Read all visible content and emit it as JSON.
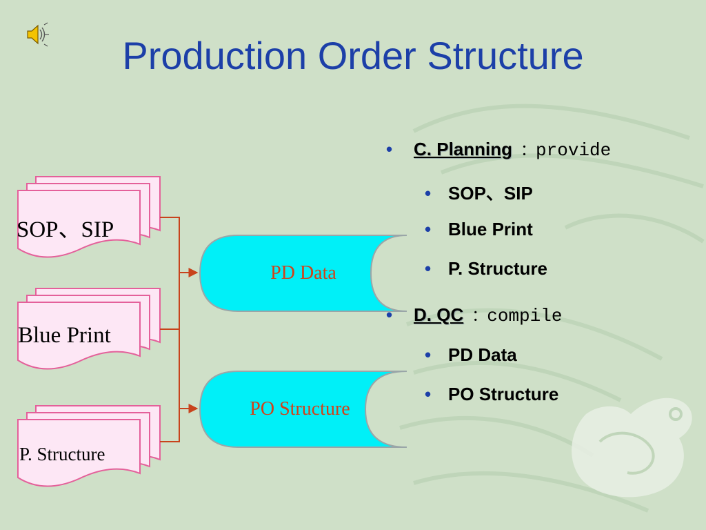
{
  "slide": {
    "title": "Production Order Structure"
  },
  "diagram": {
    "documents": [
      {
        "label": "SOP、SIP"
      },
      {
        "label": "Blue Print"
      },
      {
        "label": "P. Structure"
      }
    ],
    "stores": [
      {
        "label": "PD Data"
      },
      {
        "label": "PO Structure"
      }
    ],
    "colors": {
      "doc_fill": "#fde7f5",
      "doc_border": "#e4609a",
      "store_fill": "#00f0f8",
      "connector": "#c8431c",
      "title": "#1c3fa8"
    }
  },
  "bullets": [
    {
      "head": "C. Planning",
      "sep": "：",
      "desc": "provide",
      "items": [
        "SOP、SIP",
        "Blue Print",
        "P. Structure"
      ]
    },
    {
      "head": "D. QC",
      "sep": "：",
      "desc": "compile",
      "items": [
        "PD Data",
        "PO Structure"
      ]
    }
  ],
  "icons": {
    "speaker": "speaker-icon"
  }
}
